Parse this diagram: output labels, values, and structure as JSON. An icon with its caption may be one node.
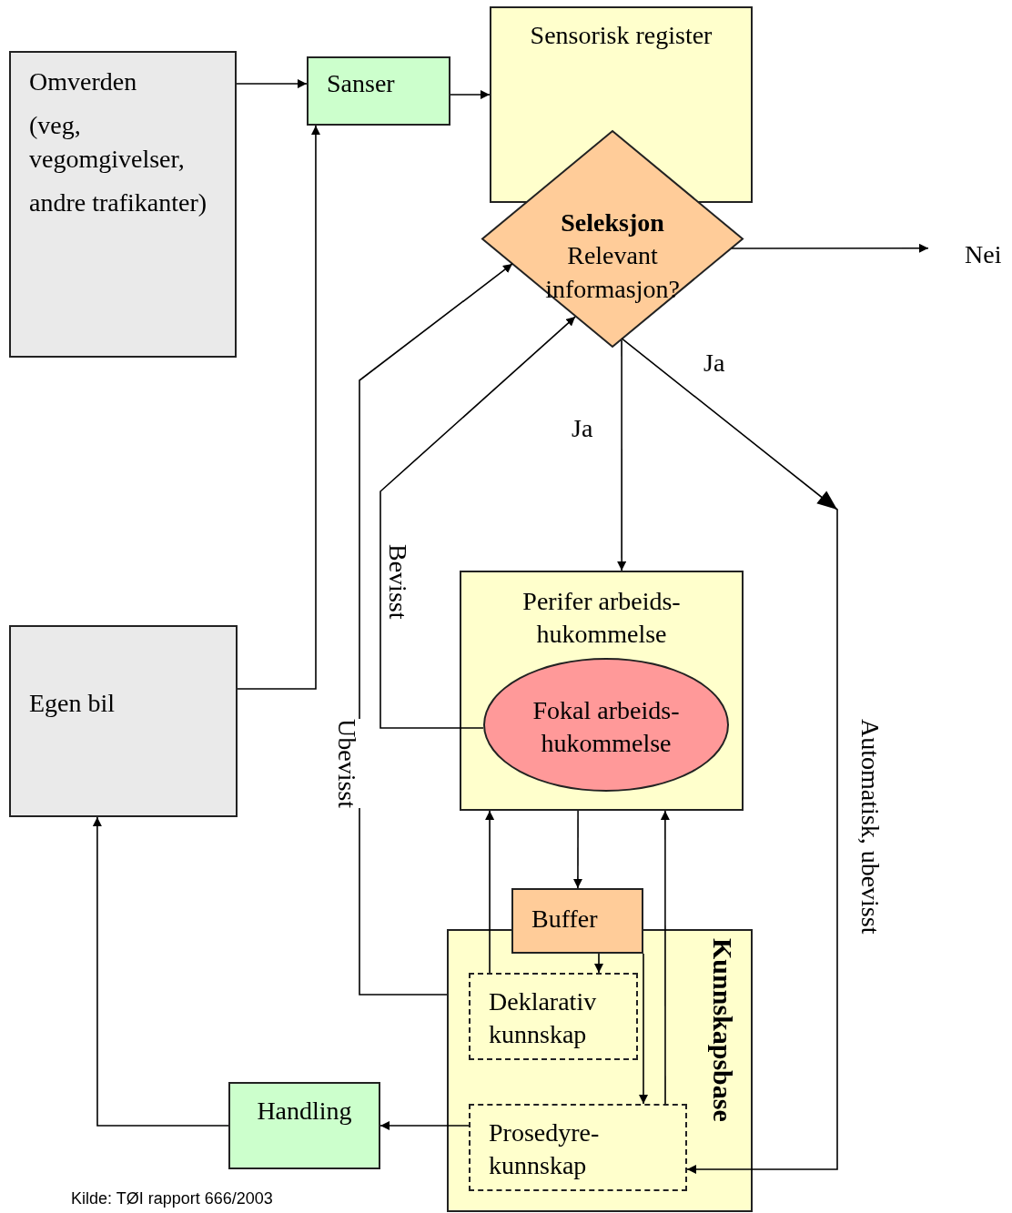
{
  "diagram": {
    "nodes": [
      {
        "text": [
          "Omverden",
          "(veg, vegomgivelser,",
          "andre trafikanter)"
        ]
      },
      {
        "text": [
          "Sanser"
        ]
      },
      {
        "text": [
          "Sensorisk register"
        ]
      },
      {
        "text": [
          "Seleksjon",
          "Relevant informasjon?"
        ]
      },
      {
        "text": [
          "Nei"
        ]
      },
      {
        "text": [
          "Egen bil"
        ]
      },
      {
        "text": [
          "Perifer arbeids- hukommelse"
        ]
      },
      {
        "text": [
          "Fokal arbeids- hukommelse"
        ],
        "in": 6
      },
      {
        "text": [
          "Buffer"
        ]
      },
      {
        "text": [
          "Kunnskapsbase"
        ]
      },
      {
        "text": [
          "Deklarativ kunnskap"
        ],
        "in": 9
      },
      {
        "text": [
          "Prosedyre- kunnskap"
        ],
        "in": 9
      },
      {
        "text": [
          "Handling"
        ]
      }
    ],
    "edges": [
      {
        "from": 0,
        "to": 1,
        "arrow": "to"
      },
      {
        "from": 1,
        "to": 2,
        "arrow": "to"
      },
      {
        "from": 3,
        "to": 4,
        "arrow": "to"
      },
      {
        "from": 3,
        "to": 6,
        "arrow": "to",
        "label": "Ja"
      },
      {
        "from": 3,
        "to": 11,
        "arrow": "to",
        "label": "Ja"
      },
      {
        "from": 5,
        "to": 1,
        "arrow": "to"
      },
      {
        "from": 7,
        "to": 3,
        "arrow": "to",
        "label": "Bevisst"
      },
      {
        "from": 9,
        "to": 3,
        "arrow": "to",
        "label": "Ubevisst"
      },
      {
        "from": 6,
        "to": 8,
        "arrow": "to"
      },
      {
        "from": 10,
        "to": 6,
        "arrow": "to"
      },
      {
        "from": 8,
        "to": 10,
        "arrow": "to"
      },
      {
        "from": 8,
        "to": 11,
        "arrow": "to"
      },
      {
        "from": 11,
        "to": 6,
        "arrow": "to"
      },
      {
        "from": 11,
        "to": 12,
        "arrow": "to"
      },
      {
        "from": 12,
        "to": 5,
        "arrow": "to"
      }
    ],
    "labels": [
      "Automatisk, ubevisst",
      "Kilde: TØI rapport 666/2003"
    ]
  }
}
